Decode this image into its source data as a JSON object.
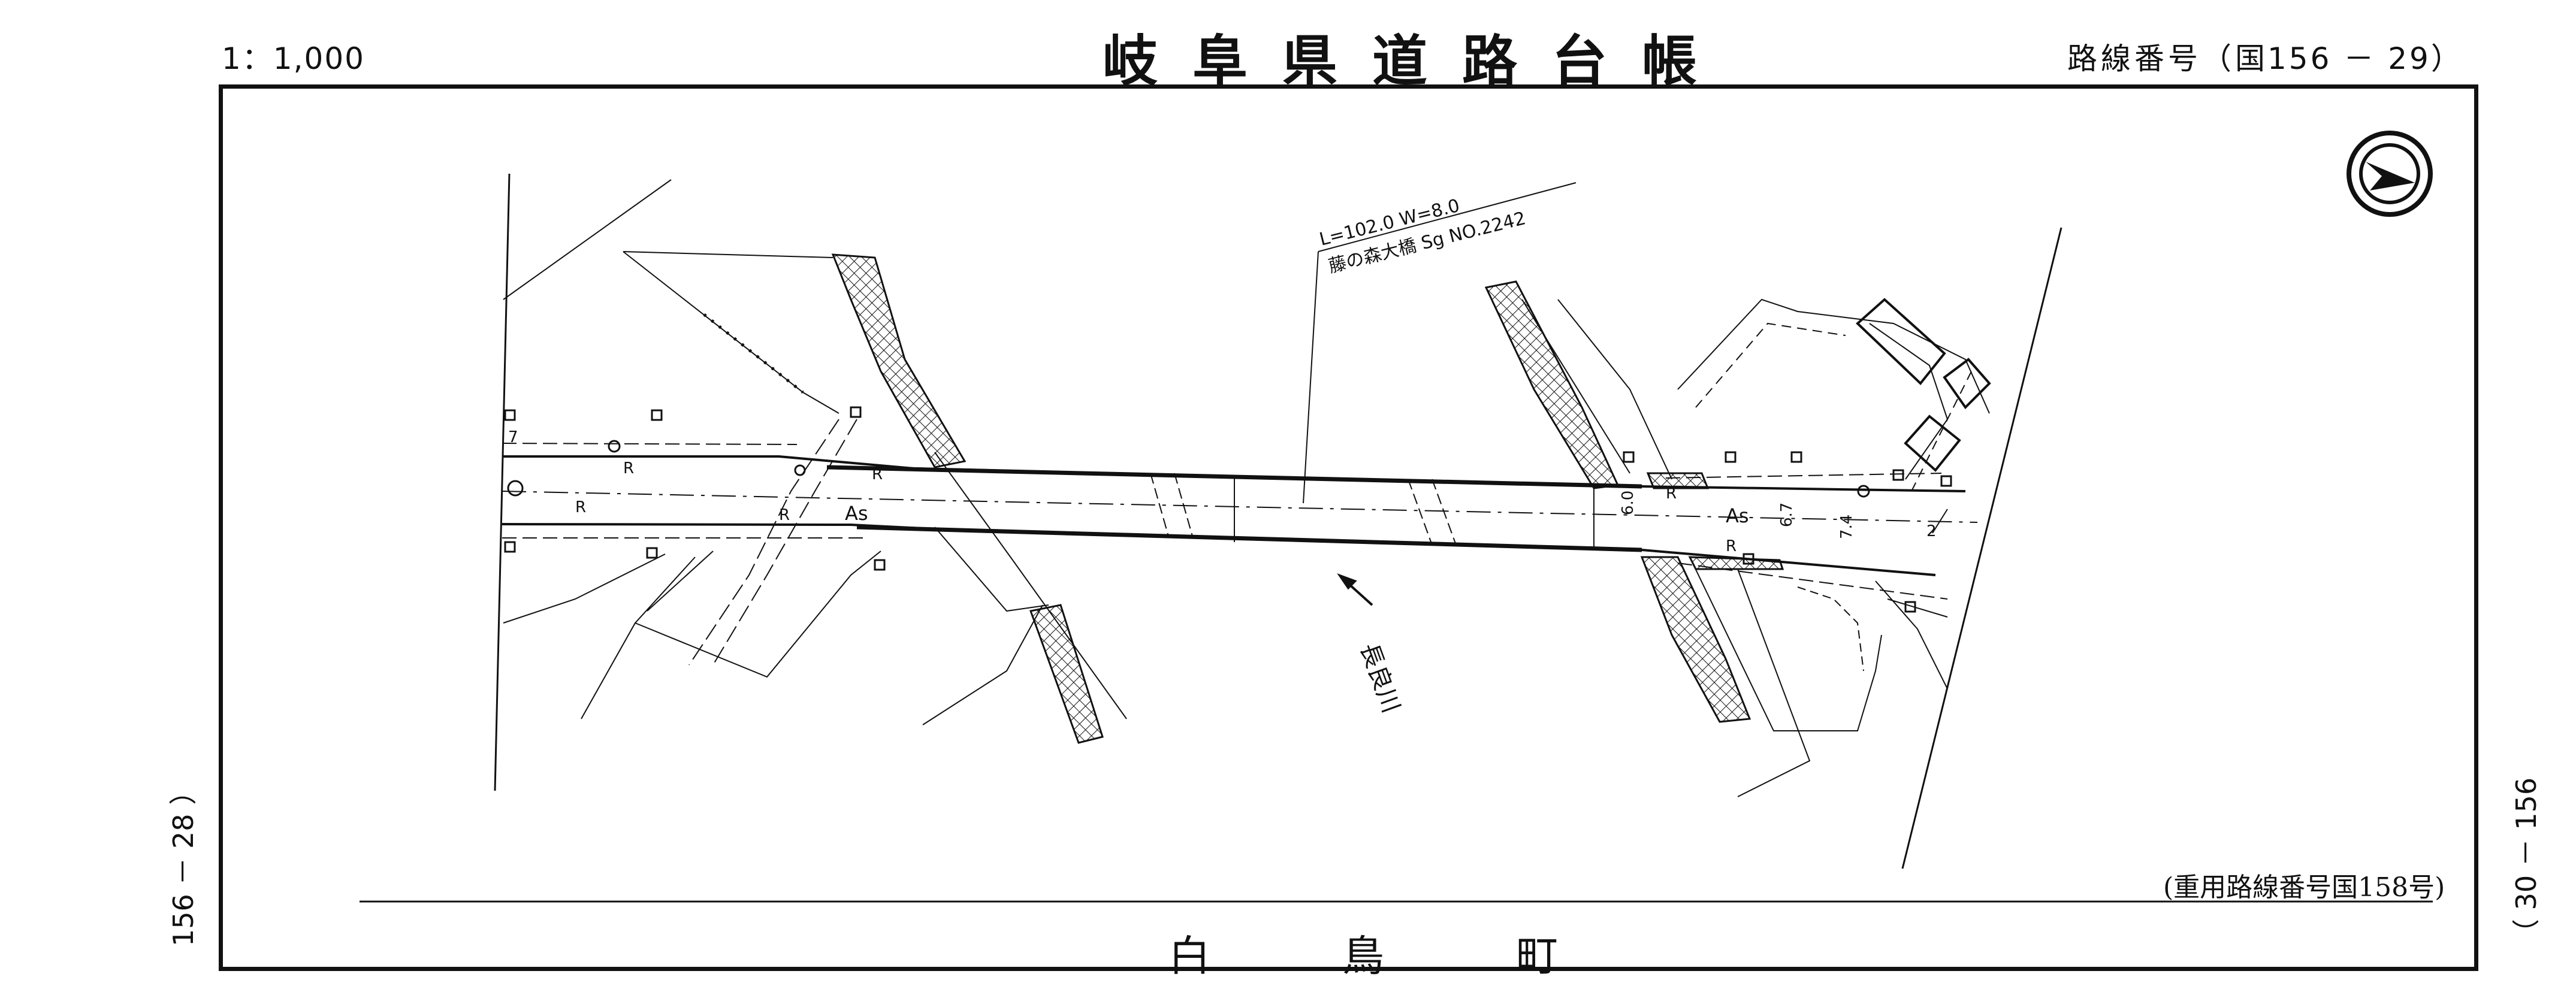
{
  "header": {
    "scale": "1：1,000",
    "title": "岐阜県道路台帳",
    "route_prefix": "路線番号（",
    "route_value": "国156 － 29",
    "route_suffix": "）"
  },
  "adjacent_sheets": {
    "left": "156 － 28 ）",
    "right": "（ 30 － 156"
  },
  "map": {
    "bridge_dims": "L=102.0  W=8.0",
    "bridge_name": "藤の森大橋 Sg NO.2242",
    "river_name": "長良川",
    "pavement_left": "As",
    "pavement_right": "As",
    "right_marks": [
      "R",
      "R",
      "R",
      "R",
      "R",
      "R"
    ],
    "width_labels": [
      "7",
      "6.0",
      "6.7",
      "7.4",
      "2"
    ],
    "concurrent_route": "(重用路線番号国158号)",
    "place": "白鳥町",
    "north_icon": "north-arrow-icon"
  }
}
